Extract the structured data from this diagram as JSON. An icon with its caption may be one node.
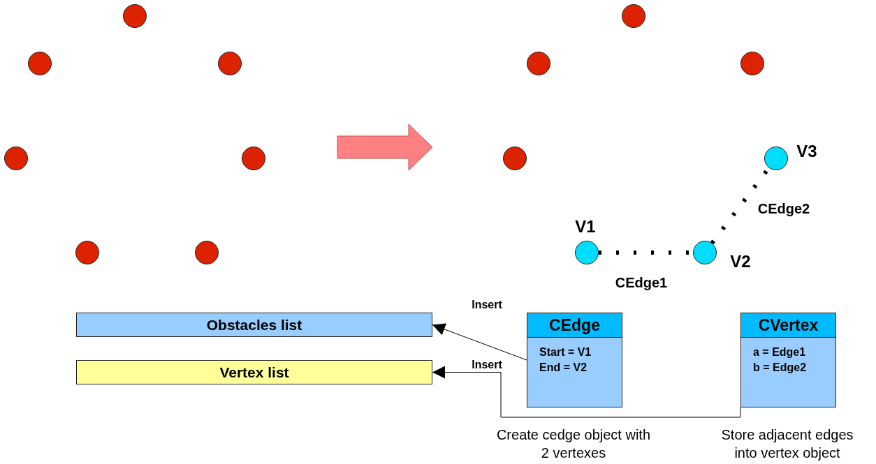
{
  "diagram": {
    "nodes": [
      {
        "text": [],
        "shape": "circle"
      },
      {
        "text": [],
        "shape": "circle"
      },
      {
        "text": [],
        "shape": "circle"
      },
      {
        "text": [],
        "shape": "circle"
      },
      {
        "text": [],
        "shape": "circle"
      },
      {
        "text": [],
        "shape": "circle"
      },
      {
        "text": [],
        "shape": "circle"
      },
      {
        "text": [],
        "shape": "circle"
      },
      {
        "text": [],
        "shape": "circle"
      },
      {
        "text": [],
        "shape": "circle"
      },
      {
        "text": [],
        "shape": "circle"
      },
      {
        "text": [],
        "shape": "circle",
        "beside": [
          "V1"
        ]
      },
      {
        "text": [],
        "shape": "circle",
        "beside": [
          "V2"
        ]
      },
      {
        "text": [],
        "shape": "circle",
        "beside": [
          "V3"
        ]
      },
      {
        "text": [
          "Obstacles list"
        ]
      },
      {
        "text": [
          "Vertex list"
        ]
      },
      {
        "text": [
          "CEdge",
          "Start = V1",
          "End = V2"
        ],
        "beside": [
          "Create cedge object with 2 vertexes"
        ]
      },
      {
        "text": [
          "CVertex",
          "a = Edge1",
          "b = Edge2"
        ],
        "beside": [
          "Store adjacent edges into vertex object"
        ]
      }
    ],
    "edges": [
      {
        "from": 11,
        "to": 12,
        "arrow": "none",
        "style": "dashed",
        "label": "CEdge1"
      },
      {
        "from": 12,
        "to": 13,
        "arrow": "none",
        "style": "dashed",
        "label": "CEdge2"
      },
      {
        "from": 16,
        "to": 14,
        "arrow": "to",
        "label": "Insert"
      },
      {
        "from": 17,
        "to": 15,
        "arrow": "to",
        "label": "Insert"
      }
    ]
  }
}
